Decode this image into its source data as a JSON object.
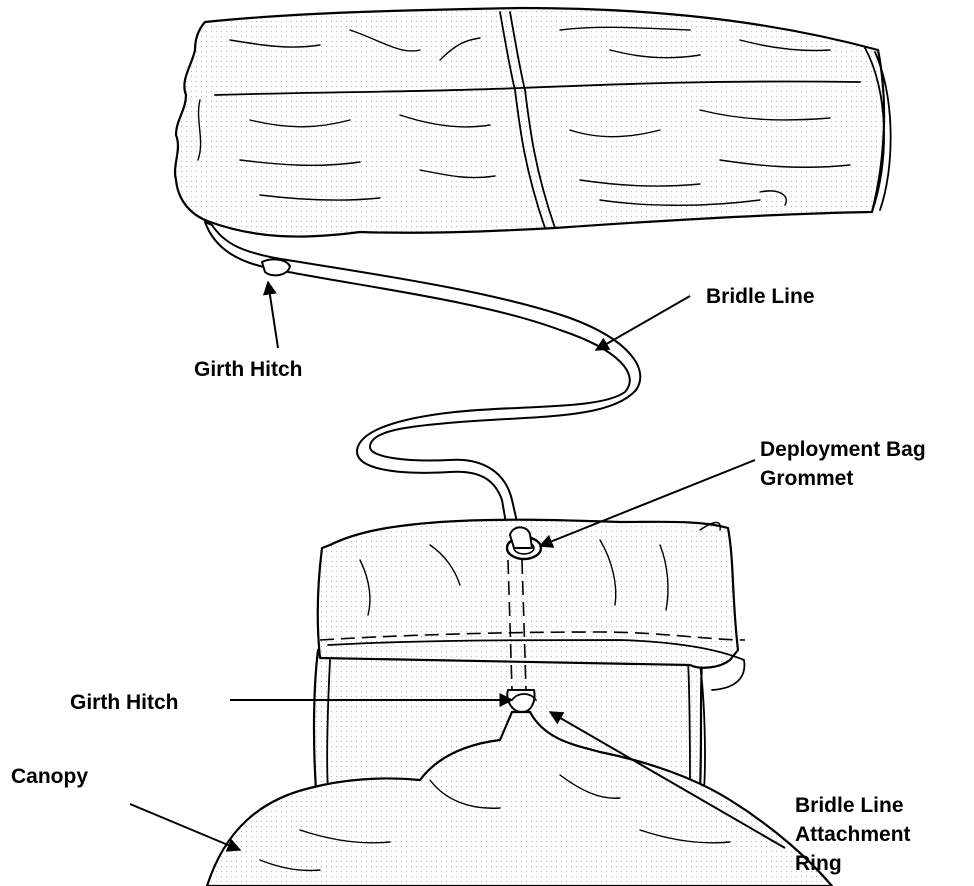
{
  "labels": {
    "bridle_line": "Bridle Line",
    "girth_hitch_top": "Girth Hitch",
    "deployment_bag_grommet_1": "Deployment Bag",
    "deployment_bag_grommet_2": "Grommet",
    "girth_hitch_bottom": "Girth Hitch",
    "canopy": "Canopy",
    "attachment_ring_1": "Bridle Line",
    "attachment_ring_2": "Attachment",
    "attachment_ring_3": "Ring"
  }
}
